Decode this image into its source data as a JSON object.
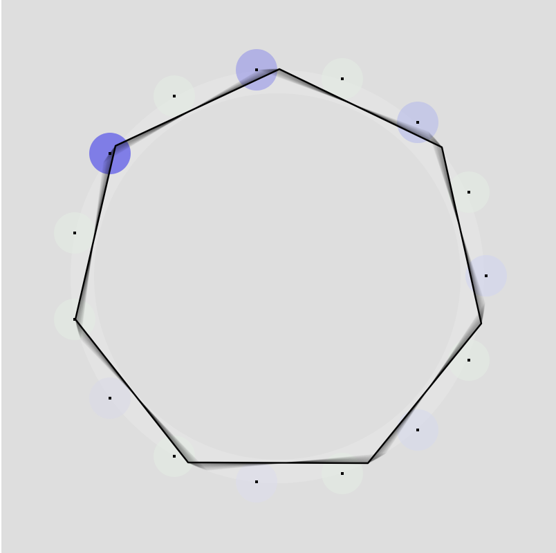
{
  "scene": {
    "background": "#dedede",
    "ring_color": "#e3e3e3",
    "polygon_color": "#000000",
    "marker_color": "#000000",
    "polygon_sides": 7
  },
  "markers": [
    {
      "name": "marker-top-left-strong",
      "color": "#6f6ce8",
      "opacity": 0.85
    },
    {
      "name": "marker-top",
      "color": "#8e8eea",
      "opacity": 0.55
    },
    {
      "name": "marker-top-right-upper",
      "color": "#e3eee3",
      "opacity": 0.5
    },
    {
      "name": "marker-upper-right",
      "color": "#aeb4ee",
      "opacity": 0.5
    },
    {
      "name": "marker-right-upper",
      "color": "#e3eee3",
      "opacity": 0.5
    },
    {
      "name": "marker-right",
      "color": "#d0d4ee",
      "opacity": 0.6
    },
    {
      "name": "marker-right-lower",
      "color": "#e3eee3",
      "opacity": 0.5
    },
    {
      "name": "marker-lower-right",
      "color": "#d6d8ec",
      "opacity": 0.55
    },
    {
      "name": "marker-bottom-right",
      "color": "#e3eee3",
      "opacity": 0.5
    },
    {
      "name": "marker-bottom",
      "color": "#dcdcec",
      "opacity": 0.55
    },
    {
      "name": "marker-bottom-left",
      "color": "#e3eee3",
      "opacity": 0.5
    },
    {
      "name": "marker-lower-left",
      "color": "#d8d8e8",
      "opacity": 0.55
    },
    {
      "name": "marker-left-lower",
      "color": "#e3eee3",
      "opacity": 0.5
    },
    {
      "name": "marker-left",
      "color": "#e3eee3",
      "opacity": 0.5
    },
    {
      "name": "marker-upper-left",
      "color": "#e3eee3",
      "opacity": 0.5
    }
  ]
}
